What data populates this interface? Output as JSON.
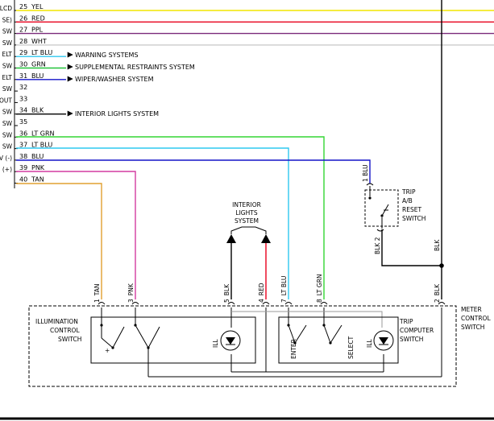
{
  "colors": {
    "yel": "#f2e600",
    "red": "#e8001c",
    "ppl": "#7a2a7a",
    "wht": "#cccccc",
    "ltblu": "#2ec8f0",
    "grn": "#22c23a",
    "blu": "#1414c8",
    "blk": "#000000",
    "ltgrn": "#33d633",
    "pnk": "#d23ca0",
    "tan": "#e0a030"
  },
  "left_edge_labels": [
    "LCD",
    "SE)",
    "SW",
    "SW",
    "ELT",
    "SW",
    "ELT",
    "SW",
    "OUT",
    "SW",
    "SW",
    "SW",
    "SW",
    "V (-)",
    "(+)"
  ],
  "wires": [
    {
      "num": "25",
      "color_label": "YEL",
      "dest": ""
    },
    {
      "num": "26",
      "color_label": "RED",
      "dest": ""
    },
    {
      "num": "27",
      "color_label": "PPL",
      "dest": ""
    },
    {
      "num": "28",
      "color_label": "WHT",
      "dest": ""
    },
    {
      "num": "29",
      "color_label": "LT BLU",
      "dest": "WARNING SYSTEMS"
    },
    {
      "num": "30",
      "color_label": "GRN",
      "dest": "SUPPLEMENTAL RESTRAINTS SYSTEM"
    },
    {
      "num": "31",
      "color_label": "BLU",
      "dest": "WIPER/WASHER SYSTEM"
    },
    {
      "num": "32",
      "color_label": "",
      "dest": ""
    },
    {
      "num": "33",
      "color_label": "",
      "dest": ""
    },
    {
      "num": "34",
      "color_label": "BLK",
      "dest": "INTERIOR LIGHTS SYSTEM"
    },
    {
      "num": "35",
      "color_label": "",
      "dest": ""
    },
    {
      "num": "36",
      "color_label": "LT GRN",
      "dest": ""
    },
    {
      "num": "37",
      "color_label": "LT BLU",
      "dest": ""
    },
    {
      "num": "38",
      "color_label": "BLU",
      "dest": ""
    },
    {
      "num": "39",
      "color_label": "PNK",
      "dest": ""
    },
    {
      "num": "40",
      "color_label": "TAN",
      "dest": ""
    }
  ],
  "interior_lights": {
    "line1": "INTERIOR",
    "line2": "LIGHTS",
    "line3": "SYSTEM"
  },
  "trip_reset": {
    "line1": "TRIP",
    "line2": "A/B",
    "line3": "RESET",
    "line4": "SWITCH",
    "top_wire": "1 BLU",
    "bottom_wire": "BLK 2",
    "side_wire": "BLK"
  },
  "pins": [
    {
      "num": "1",
      "color": "TAN"
    },
    {
      "num": "3",
      "color": "PNK"
    },
    {
      "num": "5",
      "color": "BLK"
    },
    {
      "num": "4",
      "color": "RED"
    },
    {
      "num": "7",
      "color": "LT BLU"
    },
    {
      "num": "8",
      "color": "LT GRN"
    },
    {
      "num": "2",
      "color": "BLK"
    }
  ],
  "meter_switch": {
    "line1": "METER",
    "line2": "CONTROL",
    "line3": "SWITCH"
  },
  "illumination": {
    "line1": "ILLUMINATION",
    "line2": "CONTROL",
    "line3": "SWITCH",
    "ill": "ILL",
    "plus": "+"
  },
  "trip_computer": {
    "line1": "TRIP",
    "line2": "COMPUTER",
    "line3": "SWITCH",
    "enter": "ENTER",
    "select": "SELECT",
    "ill": "ILL"
  }
}
